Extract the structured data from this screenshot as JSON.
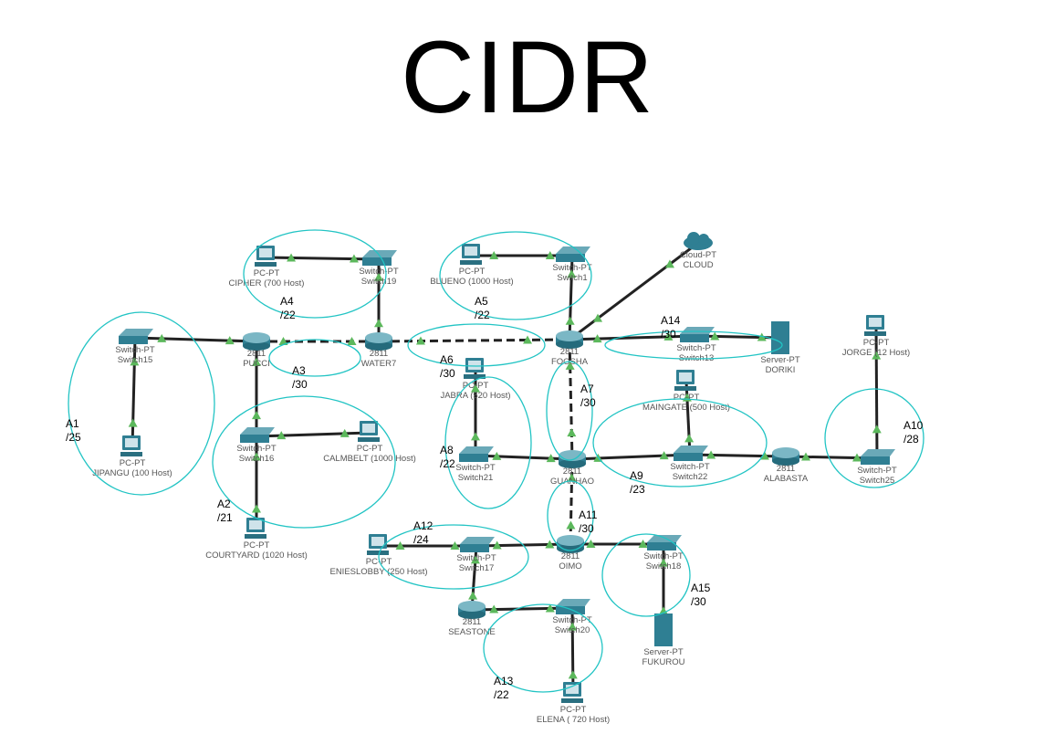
{
  "title": "CIDR",
  "colors": {
    "ellipse": "#22c4c4",
    "link": "#222222",
    "port": "#5cb85c",
    "device": "#2f7f93"
  },
  "nodes": [
    {
      "id": "switch15",
      "type": "switch",
      "l1": "Switch-PT",
      "l2": "Switch15"
    },
    {
      "id": "jipangu",
      "type": "pc",
      "l1": "PC-PT",
      "l2": "JIPANGU (100 Host)"
    },
    {
      "id": "pucci",
      "type": "router",
      "l1": "2811",
      "l2": "PUCCI"
    },
    {
      "id": "switch16",
      "type": "switch",
      "l1": "Switch-PT",
      "l2": "Switch16"
    },
    {
      "id": "calmbelt",
      "type": "pc",
      "l1": "PC-PT",
      "l2": "CALMBELT (1000 Host)"
    },
    {
      "id": "courtyard",
      "type": "pc",
      "l1": "PC-PT",
      "l2": "COURTYARD (1020 Host)"
    },
    {
      "id": "water7",
      "type": "router",
      "l1": "2811",
      "l2": "WATER7"
    },
    {
      "id": "switch19",
      "type": "switch",
      "l1": "Switch-PT",
      "l2": "Switch19"
    },
    {
      "id": "cipher",
      "type": "pc",
      "l1": "PC-PT",
      "l2": "CIPHER (700 Host)"
    },
    {
      "id": "blueno",
      "type": "pc",
      "l1": "PC-PT",
      "l2": "BLUENO (1000 Host)"
    },
    {
      "id": "switch1",
      "type": "switch",
      "l1": "Switch-PT",
      "l2": "Switch1"
    },
    {
      "id": "cloud",
      "type": "cloud",
      "l1": "Cloud-PT",
      "l2": "CLOUD"
    },
    {
      "id": "foosha",
      "type": "router",
      "l1": "2811",
      "l2": "FOOSHA"
    },
    {
      "id": "switch13",
      "type": "switch",
      "l1": "Switch-PT",
      "l2": "Switch13"
    },
    {
      "id": "doriki",
      "type": "server",
      "l1": "Server-PT",
      "l2": "DORIKI"
    },
    {
      "id": "jorge",
      "type": "pc",
      "l1": "PC-PT",
      "l2": "JORGE (12 Host)"
    },
    {
      "id": "jabra",
      "type": "pc",
      "l1": "PC-PT",
      "l2": "JABRA (520 Host)"
    },
    {
      "id": "switch21",
      "type": "switch",
      "l1": "Switch-PT",
      "l2": "Switch21"
    },
    {
      "id": "guanhao",
      "type": "router",
      "l1": "2811",
      "l2": "GUANHAO"
    },
    {
      "id": "maingate",
      "type": "pc",
      "l1": "PC-PT",
      "l2": "MAINGATE (500 Host)"
    },
    {
      "id": "switch22",
      "type": "switch",
      "l1": "Switch-PT",
      "l2": "Switch22"
    },
    {
      "id": "alabasta",
      "type": "router",
      "l1": "2811",
      "l2": "ALABASTA"
    },
    {
      "id": "switch25",
      "type": "switch",
      "l1": "Switch-PT",
      "l2": "Switch25"
    },
    {
      "id": "enieslobby",
      "type": "pc",
      "l1": "PC-PT",
      "l2": "ENIESLOBBY (250 Host)"
    },
    {
      "id": "switch17",
      "type": "switch",
      "l1": "Switch-PT",
      "l2": "Switch17"
    },
    {
      "id": "oimo",
      "type": "router",
      "l1": "2811",
      "l2": "OIMO"
    },
    {
      "id": "switch18",
      "type": "switch",
      "l1": "Switch-PT",
      "l2": "Switch18"
    },
    {
      "id": "fukurou",
      "type": "server",
      "l1": "Server-PT",
      "l2": "FUKUROU"
    },
    {
      "id": "seastone",
      "type": "router",
      "l1": "2811",
      "l2": "SEASTONE"
    },
    {
      "id": "switch20",
      "type": "switch",
      "l1": "Switch-PT",
      "l2": "Switch20"
    },
    {
      "id": "elena",
      "type": "pc",
      "l1": "PC-PT",
      "l2": "ELENA ( 720 Host)"
    }
  ],
  "links": [
    {
      "a": "switch15",
      "b": "jipangu"
    },
    {
      "a": "switch15",
      "b": "pucci"
    },
    {
      "a": "pucci",
      "b": "switch16"
    },
    {
      "a": "switch16",
      "b": "calmbelt"
    },
    {
      "a": "switch16",
      "b": "courtyard"
    },
    {
      "a": "pucci",
      "b": "water7",
      "dashed": true
    },
    {
      "a": "water7",
      "b": "switch19"
    },
    {
      "a": "switch19",
      "b": "cipher"
    },
    {
      "a": "water7",
      "b": "foosha",
      "dashed": true
    },
    {
      "a": "foosha",
      "b": "switch1"
    },
    {
      "a": "switch1",
      "b": "blueno"
    },
    {
      "a": "foosha",
      "b": "cloud"
    },
    {
      "a": "foosha",
      "b": "switch13"
    },
    {
      "a": "switch13",
      "b": "doriki"
    },
    {
      "a": "foosha",
      "b": "guanhao",
      "dashed": true
    },
    {
      "a": "guanhao",
      "b": "switch21"
    },
    {
      "a": "switch21",
      "b": "jabra"
    },
    {
      "a": "guanhao",
      "b": "switch22"
    },
    {
      "a": "switch22",
      "b": "maingate"
    },
    {
      "a": "switch22",
      "b": "alabasta"
    },
    {
      "a": "alabasta",
      "b": "switch25"
    },
    {
      "a": "switch25",
      "b": "jorge"
    },
    {
      "a": "guanhao",
      "b": "oimo",
      "dashed": true
    },
    {
      "a": "oimo",
      "b": "switch17"
    },
    {
      "a": "switch17",
      "b": "enieslobby"
    },
    {
      "a": "switch17",
      "b": "seastone"
    },
    {
      "a": "seastone",
      "b": "switch20"
    },
    {
      "a": "switch20",
      "b": "elena"
    },
    {
      "a": "oimo",
      "b": "switch18"
    },
    {
      "a": "switch18",
      "b": "fukurou"
    }
  ],
  "areas": [
    {
      "name": "A1",
      "prefix": "/25"
    },
    {
      "name": "A2",
      "prefix": "/21"
    },
    {
      "name": "A3",
      "prefix": "/30"
    },
    {
      "name": "A4",
      "prefix": "/22"
    },
    {
      "name": "A5",
      "prefix": "/22"
    },
    {
      "name": "A6",
      "prefix": "/30"
    },
    {
      "name": "A7",
      "prefix": "/30"
    },
    {
      "name": "A8",
      "prefix": "/22"
    },
    {
      "name": "A9",
      "prefix": "/23"
    },
    {
      "name": "A10",
      "prefix": "/28"
    },
    {
      "name": "A11",
      "prefix": "/30"
    },
    {
      "name": "A12",
      "prefix": "/24"
    },
    {
      "name": "A13",
      "prefix": "/22"
    },
    {
      "name": "A14",
      "prefix": "/30"
    },
    {
      "name": "A15",
      "prefix": "/30"
    }
  ]
}
